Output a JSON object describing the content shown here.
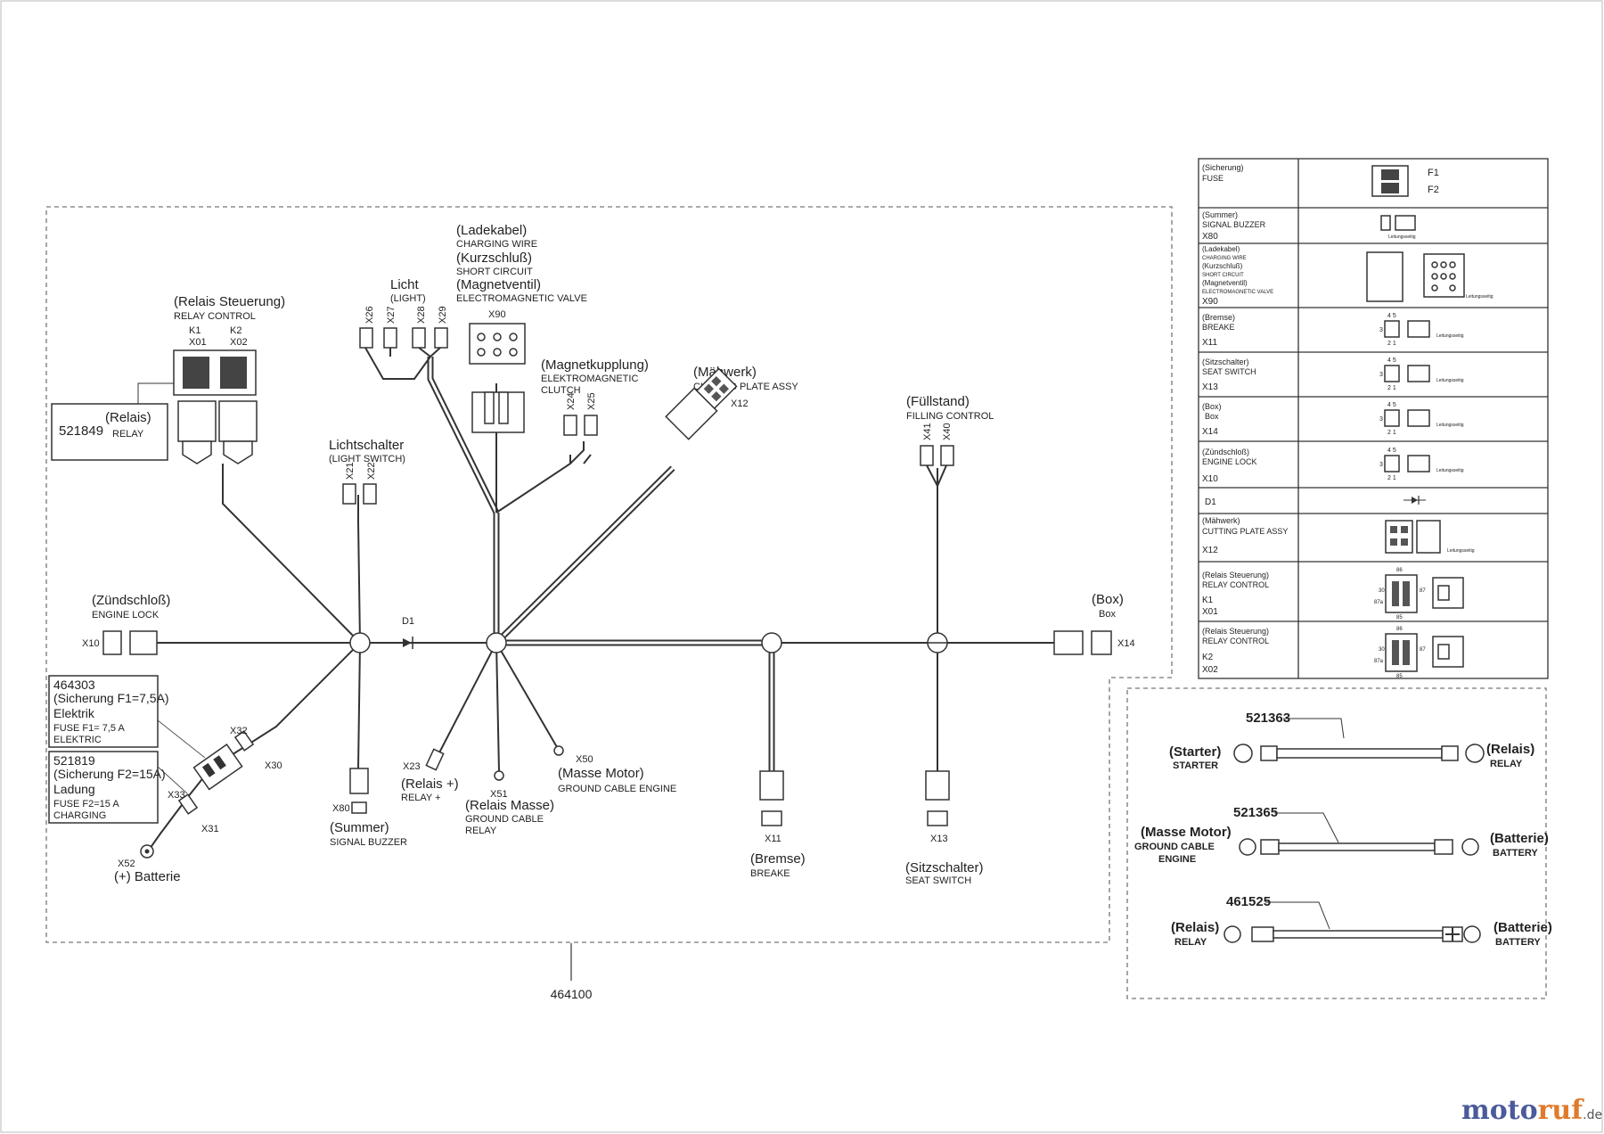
{
  "harness_number": "464100",
  "watermark": {
    "moto": "moto",
    "ruf": "ruf",
    "de": ".de"
  },
  "components": {
    "relay_control": {
      "de": "(Relais Steuerung)",
      "en": "RELAY CONTROL",
      "k1": "K1",
      "x01": "X01",
      "k2": "K2",
      "x02": "X02"
    },
    "relay_part": {
      "number": "521849",
      "de": "(Relais)",
      "en": "RELAY"
    },
    "light": {
      "de": "Licht",
      "en": "(LIGHT)",
      "x26": "X26",
      "x27": "X27",
      "x28": "X28",
      "x29": "X29"
    },
    "charging": {
      "de1": "(Ladekabel)",
      "en1": "CHARGING WIRE",
      "de2": "(Kurzschluß)",
      "en2": "SHORT CIRCUIT",
      "de3": "(Magnetventil)",
      "en3": "ELECTROMAGNETIC VALVE",
      "x90": "X90"
    },
    "clutch": {
      "de": "(Magnetkupplung)",
      "en1": "ELEKTROMAGNETIC",
      "en2": "CLUTCH",
      "x24": "X24",
      "x25": "X25"
    },
    "cutting": {
      "de": "(Mähwerk)",
      "en": "CUTTING PLATE ASSY",
      "x12": "X12"
    },
    "filling": {
      "de": "(Füllstand)",
      "en": "FILLING CONTROL",
      "x41": "X41",
      "x40": "X40"
    },
    "light_switch": {
      "de": "Lichtschalter",
      "en": "(LIGHT SWITCH)",
      "x21": "X21",
      "x22": "X22"
    },
    "engine_lock": {
      "de": "(Zündschloß)",
      "en": "ENGINE LOCK",
      "x10": "X10"
    },
    "diode": {
      "label": "D1"
    },
    "box": {
      "de": "(Box)",
      "en": "Box",
      "x14": "X14"
    },
    "fuse1": {
      "number": "464303",
      "de1": "(Sicherung F1=7,5A)",
      "de2": "Elektrik",
      "en1": "FUSE F1= 7,5 A",
      "en2": "ELEKTRIC"
    },
    "fuse2": {
      "number": "521819",
      "de1": "(Sicherung F2=15A)",
      "de2": "Ladung",
      "en1": "FUSE F2=15 A",
      "en2": "CHARGING"
    },
    "fuse_conn": {
      "x32": "X32",
      "x30": "X30",
      "x33": "X33",
      "x31": "X31"
    },
    "battery": {
      "x52": "X52",
      "de": "(+) Batterie"
    },
    "buzzer": {
      "x80": "X80",
      "de": "(Summer)",
      "en": "SIGNAL BUZZER"
    },
    "relay_plus": {
      "x23": "X23",
      "de": "(Relais +)",
      "en": "RELAY +"
    },
    "relay_ground": {
      "x51": "X51",
      "de": "(Relais Masse)",
      "en1": "GROUND CABLE",
      "en2": "RELAY"
    },
    "ground_motor": {
      "x50": "X50",
      "de": "(Masse Motor)",
      "en": "GROUND CABLE ENGINE"
    },
    "brake": {
      "x11": "X11",
      "de": "(Bremse)",
      "en": "BREAKE"
    },
    "seat": {
      "x13": "X13",
      "de": "(Sitzschalter)",
      "en": "SEAT SWITCH"
    }
  },
  "legend": {
    "rows": [
      {
        "lines": [
          "(Sicherung)",
          "FUSE"
        ],
        "f1": "F1",
        "f2": "F2"
      },
      {
        "lines": [
          "(Summer)",
          "SIGNAL BUZZER",
          "X80"
        ],
        "note": "Leitungsseitig"
      },
      {
        "lines": [
          "(Ladekabel)",
          "CHARGING WIRE",
          "(Kurzschluß)",
          "SHORT CIRCUIT",
          "(Magnetventil)",
          "ELECTROMAGNETIC VALVE",
          "X90"
        ],
        "note": "Leitungsseitig"
      },
      {
        "lines": [
          "(Bremse)",
          "BREAKE",
          "X11"
        ],
        "note": "Leitungsseitig"
      },
      {
        "lines": [
          "(Sitzschalter)",
          "SEAT SWITCH",
          "X13"
        ],
        "note": "Leitungsseitig"
      },
      {
        "lines": [
          "(Box)",
          "Box",
          "X14"
        ],
        "note": "Leitungsseitig"
      },
      {
        "lines": [
          "(Zündschloß)",
          "ENGINE LOCK",
          "X10"
        ],
        "note": "Leitungsseitig"
      },
      {
        "lines": [
          "D1"
        ]
      },
      {
        "lines": [
          "(Mähwerk)",
          "CUTTING PLATE ASSY",
          "X12"
        ],
        "note": "Leitungsseitig"
      },
      {
        "lines": [
          "(Relais Steuerung)",
          "RELAY CONTROL",
          "K1",
          "X01"
        ]
      },
      {
        "lines": [
          "(Relais Steuerung)",
          "RELAY CONTROL",
          "K2",
          "X02"
        ]
      }
    ],
    "pins": {
      "p45": "4 5",
      "p21": "2 1",
      "p3": "3",
      "p86": "86",
      "p30": "30",
      "p87": "87",
      "p87a": "87a",
      "p85": "85"
    }
  },
  "cables": [
    {
      "number": "521363",
      "left_de": "(Starter)",
      "left_en": "STARTER",
      "right_de": "(Relais)",
      "right_en": "RELAY"
    },
    {
      "number": "521365",
      "left_de": "(Masse Motor)",
      "left_en1": "GROUND CABLE",
      "left_en2": "ENGINE",
      "right_de": "(Batterie)",
      "right_en": "BATTERY"
    },
    {
      "number": "461525",
      "left_de": "(Relais)",
      "left_en": "RELAY",
      "right_de": "(Batterie)",
      "right_en": "BATTERY"
    }
  ]
}
